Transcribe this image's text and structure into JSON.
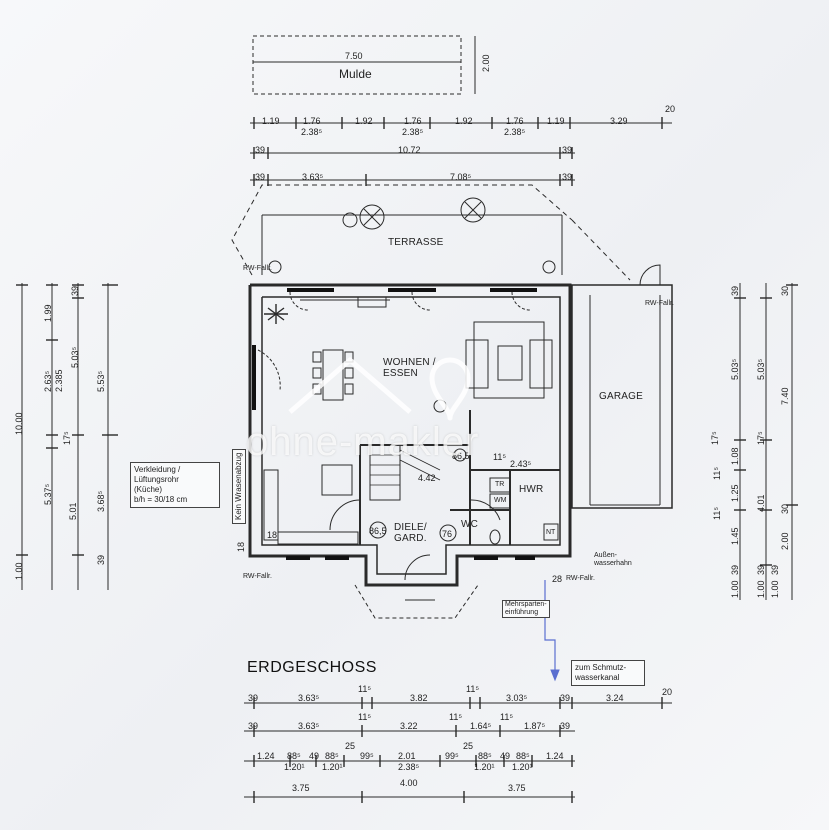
{
  "plan": {
    "title": "ERDGESCHOSS",
    "mulde": {
      "label": "Mulde",
      "width": "7.50",
      "depth": "2.00"
    },
    "rooms": {
      "terrasse": "TERRASSE",
      "wohnen_line1": "WOHNEN /",
      "wohnen_line2": "ESSEN",
      "garage": "GARAGE",
      "hwr": "HWR",
      "wc": "WC",
      "diele_line1": "DIELE/",
      "diele_line2": "GARD.",
      "tr": "TR",
      "wm": "WM",
      "nt": "NT"
    },
    "notes": {
      "kueche_line1": "Verkleidung / Lüftungsrohr",
      "kueche_line2": "(Küche)",
      "kueche_line3": "b/h = 30/18 cm",
      "wrasenabzug": "Kein Wrasenabzug",
      "rw_fallr": "RW-Fallr.",
      "aussenwasserhahn_line1": "Außen-",
      "aussenwasserhahn_line2": "wasserhahn",
      "mehrsparten_line1": "Mehrsparten-",
      "mehrsparten_line2": "einführung",
      "schmutzwasser_line1": "zum Schmutz-",
      "schmutzwasser_line2": "wasserkanal"
    },
    "interior": {
      "width_442": "4.42",
      "stair_865_a": "86,5",
      "stair_865_b": "86,5",
      "wc_76": "76",
      "hwr_115": "11⁵",
      "hwr_243": "2.43⁵",
      "d18_a": "18",
      "d18_b": "18",
      "d28": "28"
    },
    "top_dims": {
      "row1": [
        "1.19",
        "1.76",
        "2.38⁵",
        "1.92",
        "1.76",
        "2.38⁵",
        "1.92",
        "1.76",
        "2.38⁵",
        "1.19",
        "3.29",
        "20"
      ],
      "row2": [
        "39",
        "10.72",
        "39"
      ],
      "row3": [
        "39",
        "3.63⁵",
        "7.08⁵",
        "39"
      ]
    },
    "left_dims": {
      "col1": [
        "10.00",
        "1.00"
      ],
      "col2": [
        "1.99",
        "2.63⁵",
        "2.385",
        "17⁵",
        "5.37⁵",
        "5.01"
      ],
      "col3": [
        "39",
        "5.03⁵",
        "3.68⁵",
        "39"
      ],
      "col4": [
        "5.53⁵"
      ]
    },
    "right_dims": {
      "col1": [
        "39",
        "17⁵",
        "11⁵",
        "11⁵",
        "1.00",
        "39"
      ],
      "col2": [
        "5.03⁵",
        "1.08",
        "1.25",
        "1.45",
        "1.00",
        "39"
      ],
      "col3": [
        "5.03⁵",
        "17⁵",
        "4.01",
        "30",
        "1.00",
        "39"
      ],
      "col4": [
        "30",
        "7.40",
        "2.00"
      ]
    },
    "bottom_dims": {
      "row1": [
        "39",
        "3.63⁵",
        "11⁵",
        "3.82",
        "11⁵",
        "3.03⁵",
        "39",
        "3.24",
        "20"
      ],
      "row2": [
        "39",
        "3.63⁵",
        "11⁵",
        "3.22",
        "11⁵",
        "1.64⁵",
        "11⁵",
        "1.87⁵",
        "39"
      ],
      "row3": [
        "1.24",
        "88⁵",
        "49",
        "88⁵",
        "25",
        "99⁵",
        "2.01",
        "99⁵",
        "25",
        "88⁵",
        "49",
        "88⁵",
        "1.24"
      ],
      "row3b": [
        "1.20¹",
        "1.20¹",
        "2.38⁵",
        "1.20¹",
        "1.20¹"
      ],
      "row4": [
        "3.75",
        "4.00",
        "3.75"
      ]
    },
    "watermark": "ohne-makler"
  },
  "colors": {
    "ink": "#222222",
    "paper": "#f4f5f7",
    "watermark": "#ffffff",
    "guide": "#6a7bd6"
  }
}
